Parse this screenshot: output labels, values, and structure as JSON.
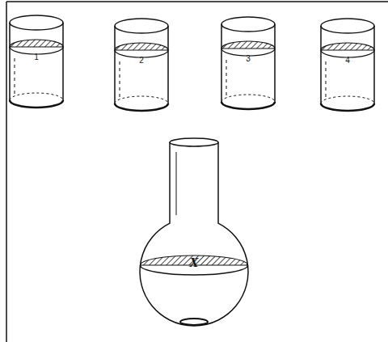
{
  "diagram": {
    "nodes": [
      {
        "text": [
          "1"
        ]
      },
      {
        "text": [
          "2"
        ]
      },
      {
        "text": [
          "3"
        ]
      },
      {
        "text": [
          "4"
        ]
      },
      {
        "text": [
          "X"
        ]
      }
    ]
  }
}
